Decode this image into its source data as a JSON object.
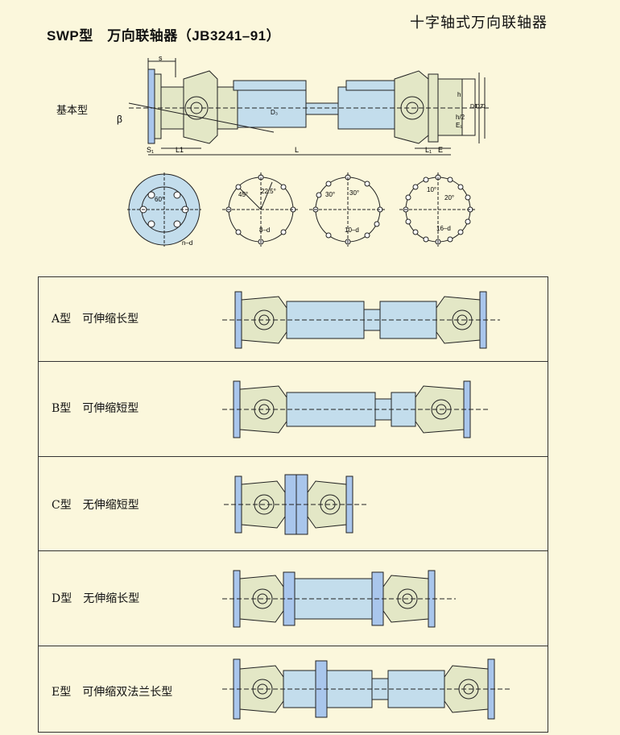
{
  "header": {
    "title": "SWP型　万向联轴器（JB3241–91）",
    "subtitle": "十字轴式万向联轴器"
  },
  "basic": {
    "label": "基本型",
    "dims": {
      "s": "s",
      "beta": "β",
      "s1": "S₁",
      "l1": "L1",
      "l": "L",
      "l1b": "L₁",
      "e": "E",
      "d3": "D₃",
      "h": "h",
      "h2": "h/2",
      "e1": "E₁",
      "d1": "D1",
      "d2": "D2",
      "d": "D"
    }
  },
  "flanges": [
    {
      "angle": "60°",
      "holes": "n–d"
    },
    {
      "angle_a": "45°",
      "angle_b": "22.5°",
      "holes": "8–d"
    },
    {
      "angle_a": "30°",
      "angle_b": "30°",
      "holes": "10–d"
    },
    {
      "angle_a": "10°",
      "angle_b": "20°",
      "holes": "16–d"
    }
  ],
  "types": [
    {
      "label": "A型　可伸缩长型"
    },
    {
      "label": "B型　可伸缩短型"
    },
    {
      "label": "C型　无伸缩短型"
    },
    {
      "label": "D型　无伸缩长型"
    },
    {
      "label": "E型　可伸缩双法兰长型"
    }
  ],
  "colors": {
    "body": "#c3ddec",
    "yoke": "#e3e7c6",
    "flange": "#a9c6ec",
    "line": "#222222"
  }
}
